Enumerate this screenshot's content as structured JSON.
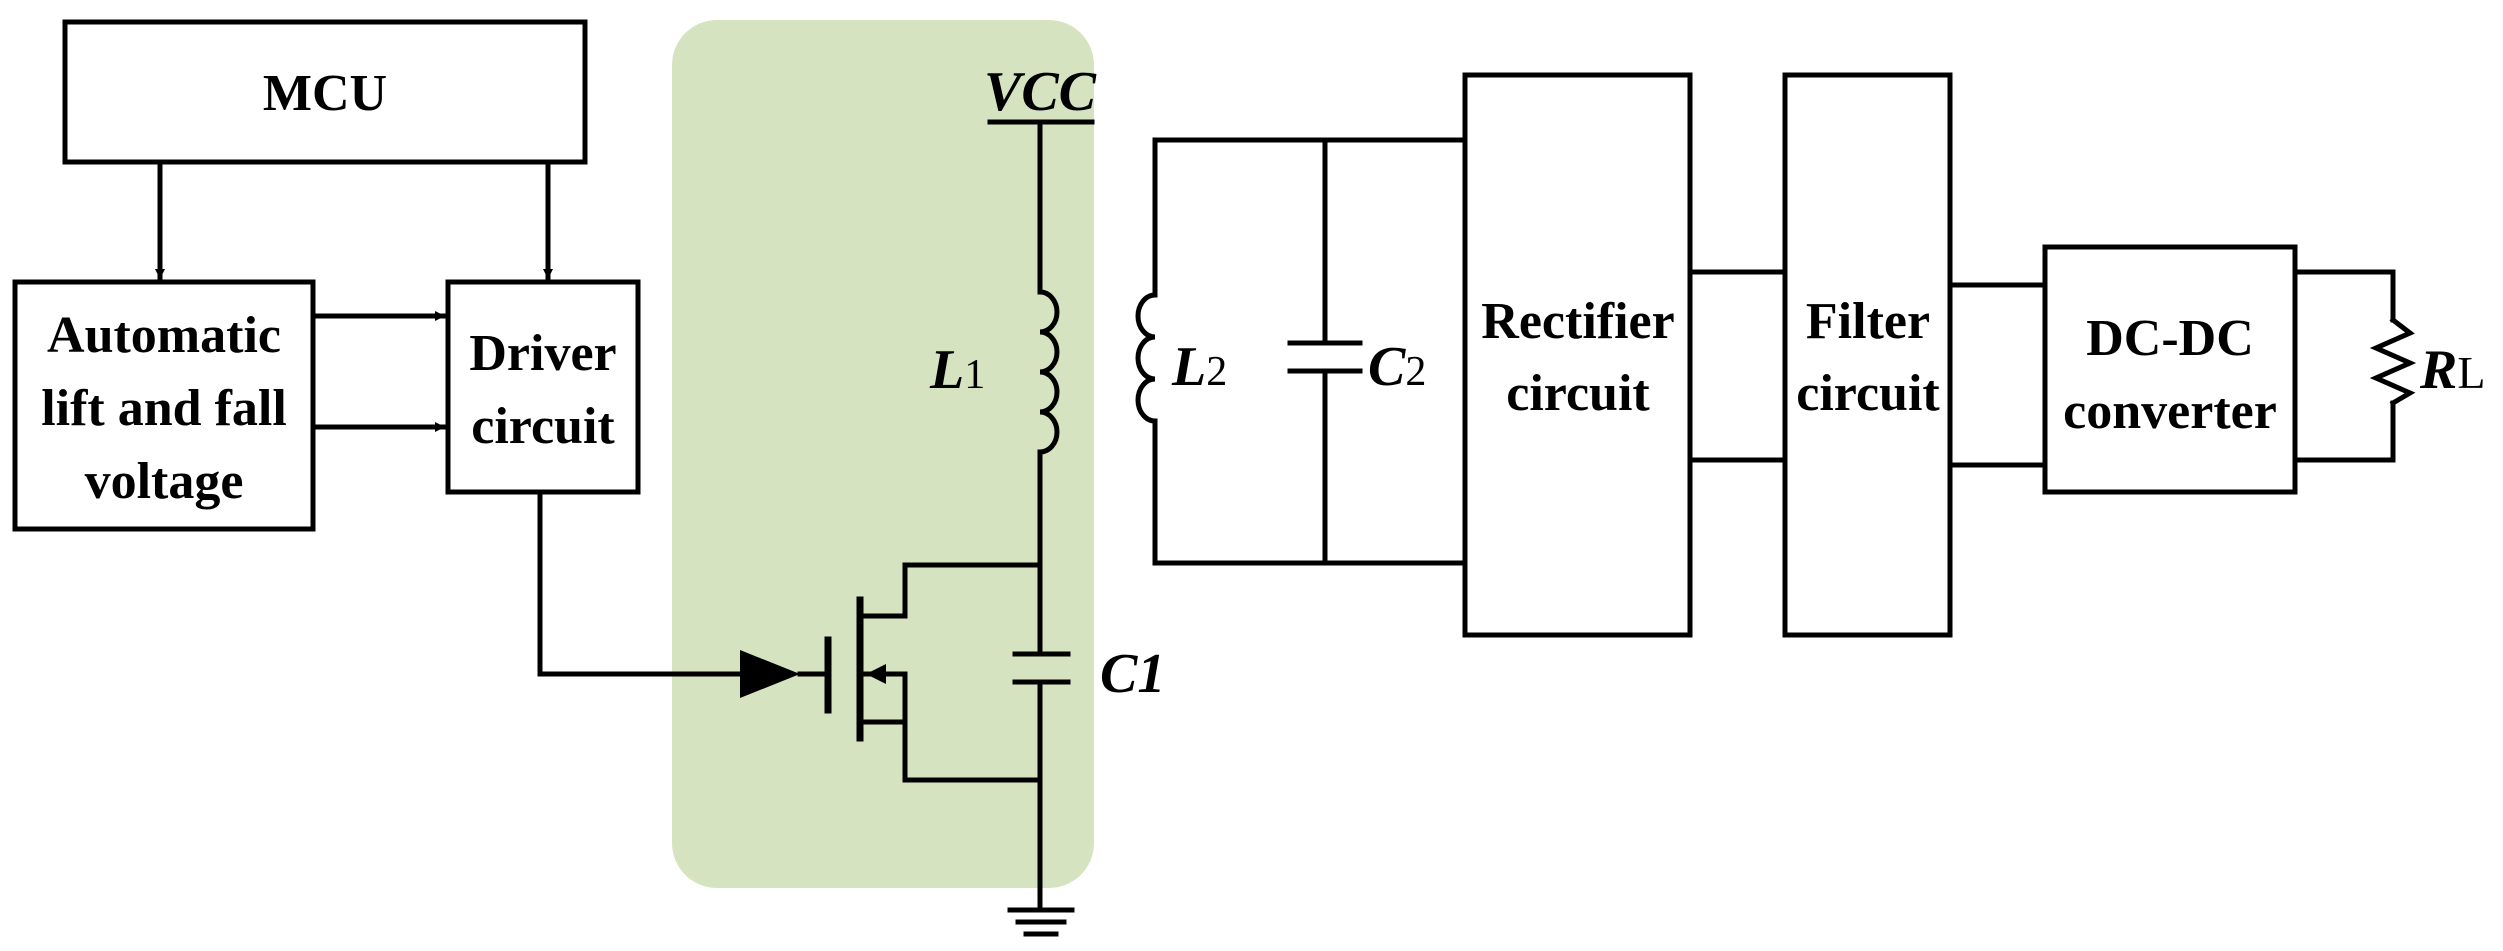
{
  "colors": {
    "highlight": "#d6e3c0",
    "line": "#000000"
  },
  "blocks": {
    "mcu": "MCU",
    "auto": [
      "Automatic",
      "lift and fall",
      "voltage"
    ],
    "driver": [
      "Driver",
      "circuit"
    ],
    "rectifier": [
      "Rectifier",
      "circuit"
    ],
    "filter": [
      "Filter",
      "circuit"
    ],
    "dcdc": [
      "DC-DC",
      "converter"
    ]
  },
  "labels": {
    "vcc": "VCC",
    "l1": "L",
    "l1_sub": "1",
    "c1": "C1",
    "l2": "L",
    "l2_sub": "2",
    "c2": "C",
    "c2_sub": "2",
    "rl": "R",
    "rl_sub": "L"
  }
}
